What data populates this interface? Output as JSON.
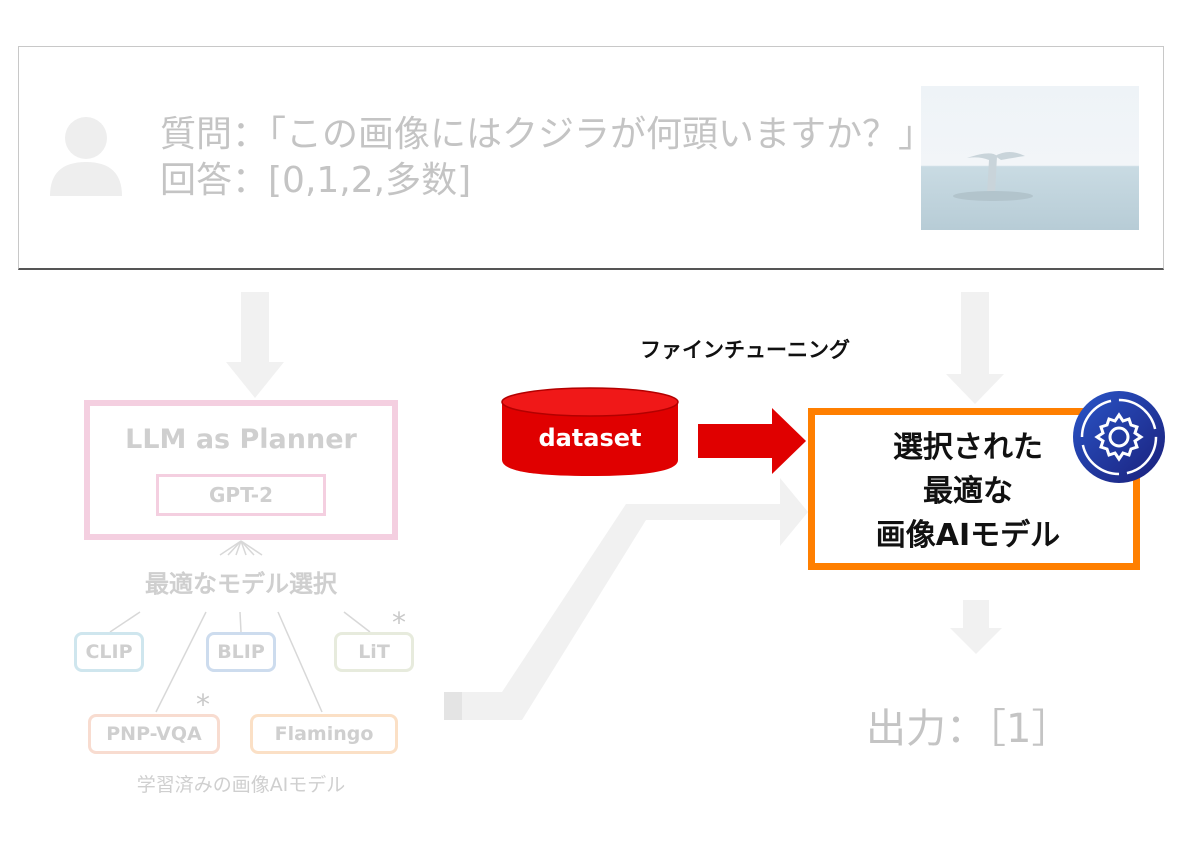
{
  "question_panel": {
    "question": "質問：「この画像にはクジラが何頭いますか？」",
    "answer": "回答：[0,1,2,多数]"
  },
  "planner": {
    "title": "LLM as Planner",
    "model": "GPT-2",
    "selection_label": "最適なモデル選択"
  },
  "models": {
    "clip": "CLIP",
    "blip": "BLIP",
    "lit": "LiT",
    "pnp_vqa": "PNP-VQA",
    "flamingo": "Flamingo",
    "asterisk": "*",
    "caption": "学習済みの画像AIモデル"
  },
  "finetune": {
    "label": "ファインチューニング",
    "dataset": "dataset"
  },
  "selected_model": {
    "line1": "選択された",
    "line2": "最適な",
    "line3": "画像AIモデル"
  },
  "output": {
    "text": "出力：［1］"
  },
  "colors": {
    "dataset_red": "#e00000",
    "selected_border": "#ff7f00",
    "badge_blue": "#1c3aa8",
    "faded_text": "#c4c4c4"
  }
}
